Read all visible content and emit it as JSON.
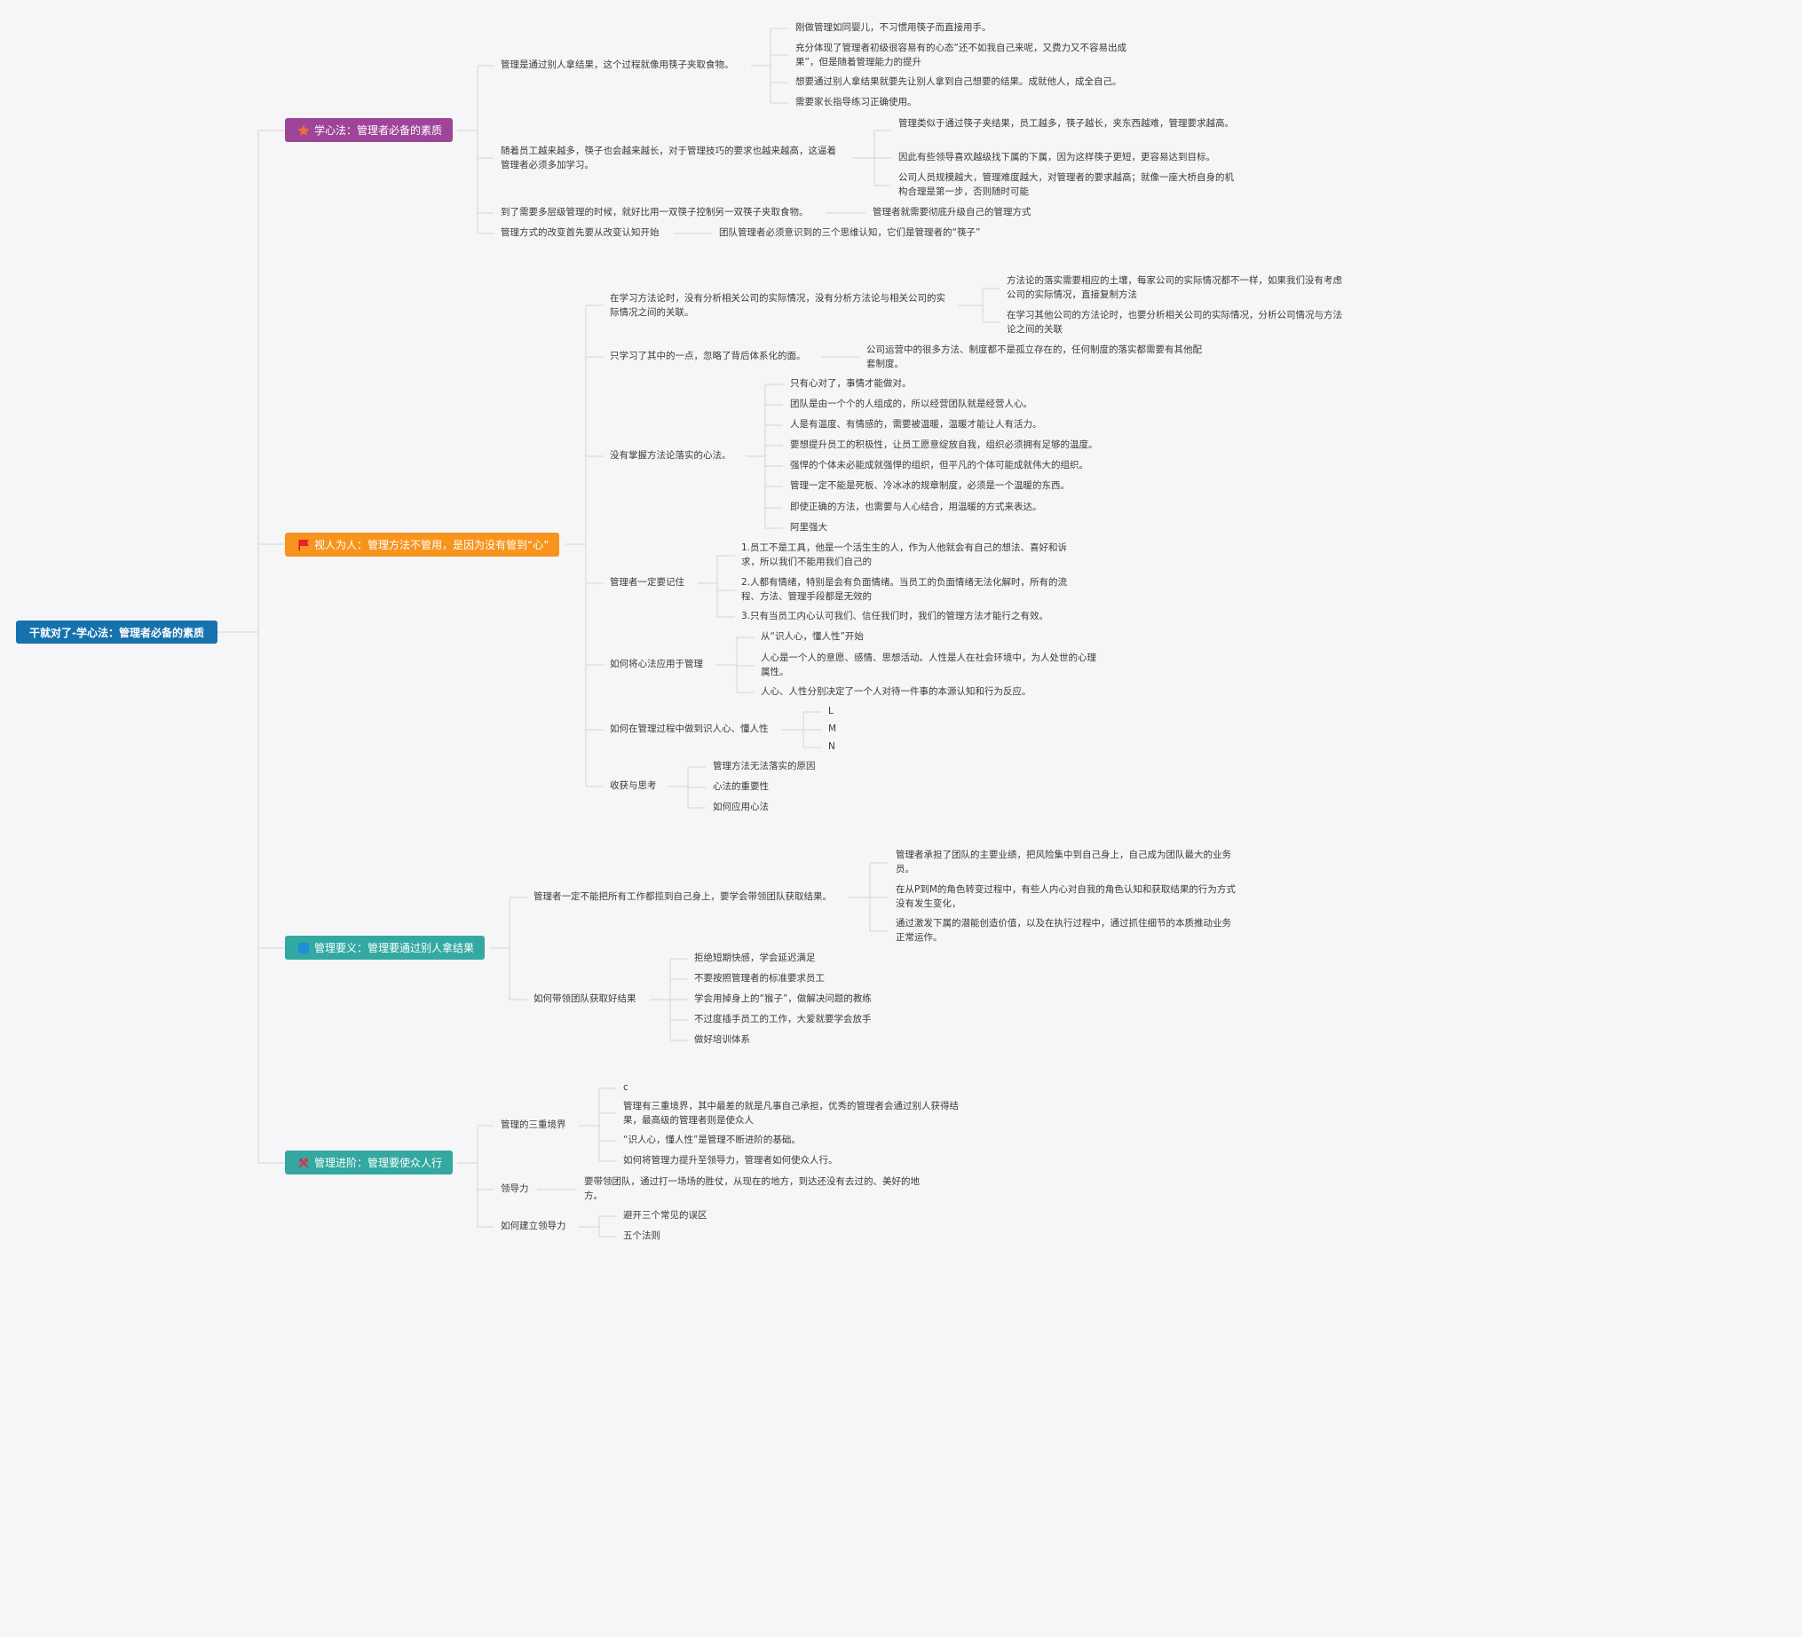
{
  "root": {
    "label": "干就对了-学心法：管理者必备的素质"
  },
  "branches": [
    {
      "label": "学心法：管理者必备的素质",
      "color": "#9f4599",
      "icon": "star-icon",
      "children": [
        {
          "label": "管理是通过别人拿结果，这个过程就像用筷子夹取食物。",
          "children": [
            "刚做管理如同婴儿，不习惯用筷子而直接用手。",
            "充分体现了管理者初级很容易有的心态“还不如我自己来呢，又费力又不容易出成果”，但是随着管理能力的提升",
            "想要通过别人拿结果就要先让别人拿到自己想要的结果。成就他人，成全自己。",
            "需要家长指导练习正确使用。"
          ]
        },
        {
          "label": "随着员工越来越多，筷子也会越来越长，对于管理技巧的要求也越来越高，这逼着管理者必须多加学习。",
          "children": [
            "管理类似于通过筷子夹结果，员工越多，筷子越长，夹东西越难，管理要求越高。",
            "因此有些领导喜欢越级找下属的下属，因为这样筷子更短，更容易达到目标。",
            "公司人员规模越大，管理难度越大，对管理者的要求越高；就像一座大桥自身的机构合理是第一步，否则随时可能"
          ]
        },
        {
          "label": "到了需要多层级管理的时候，就好比用一双筷子控制另一双筷子夹取食物。",
          "children": [
            "管理者就需要彻底升级自己的管理方式"
          ]
        },
        {
          "label": "管理方式的改变首先要从改变认知开始",
          "children": [
            "团队管理者必须意识到的三个思维认知，它们是管理者的“筷子”"
          ]
        }
      ]
    },
    {
      "label": "视人为人：管理方法不管用，是因为没有管到“心”",
      "color": "#f7941d",
      "icon": "flag-icon",
      "children": [
        {
          "label": "在学习方法论时，没有分析相关公司的实际情况，没有分析方法论与相关公司的实际情况之间的关联。",
          "children": [
            "方法论的落实需要相应的土壤，每家公司的实际情况都不一样，如果我们没有考虑公司的实际情况，直接复制方法",
            "在学习其他公司的方法论时，也要分析相关公司的实际情况，分析公司情况与方法论之间的关联"
          ]
        },
        {
          "label": "只学习了其中的一点，忽略了背后体系化的面。",
          "children": [
            "公司运营中的很多方法、制度都不是孤立存在的，任何制度的落实都需要有其他配套制度。"
          ]
        },
        {
          "label": "没有掌握方法论落实的心法。",
          "children": [
            "只有心对了，事情才能做对。",
            "团队是由一个个的人组成的，所以经营团队就是经营人心。",
            "人是有温度、有情感的，需要被温暖，温暖才能让人有活力。",
            "要想提升员工的积极性，让员工愿意绽放自我，组织必须拥有足够的温度。",
            "强悍的个体未必能成就强悍的组织，但平凡的个体可能成就伟大的组织。",
            "管理一定不能是死板、冷冰冰的规章制度，必须是一个温暖的东西。",
            "即使正确的方法，也需要与人心结合，用温暖的方式来表达。",
            "阿里强大"
          ]
        },
        {
          "label": "管理者一定要记住",
          "children": [
            "1.员工不是工具，他是一个活生生的人，作为人他就会有自己的想法、喜好和诉求，所以我们不能用我们自己的",
            "2.人都有情绪，特别是会有负面情绪。当员工的负面情绪无法化解时，所有的流程、方法、管理手段都是无效的",
            "3.只有当员工内心认可我们、信任我们时，我们的管理方法才能行之有效。"
          ]
        },
        {
          "label": "如何将心法应用于管理",
          "children": [
            "从“识人心，懂人性”开始",
            "人心是一个人的意愿、感情、思想活动。人性是人在社会环境中，为人处世的心理属性。",
            "人心、人性分别决定了一个人对待一件事的本源认知和行为反应。"
          ]
        },
        {
          "label": "如何在管理过程中做到识人心、懂人性",
          "children": [
            "L",
            "M",
            "N"
          ]
        },
        {
          "label": "收获与思考",
          "children": [
            "管理方法无法落实的原因",
            "心法的重要性",
            "如何应用心法"
          ]
        }
      ]
    },
    {
      "label": "管理要义：管理要通过别人拿结果",
      "color": "#33a9a1",
      "icon": "square-icon",
      "children": [
        {
          "label": "管理者一定不能把所有工作都揽到自己身上，要学会带领团队获取结果。",
          "children": [
            "管理者承担了团队的主要业绩，把风险集中到自己身上，自己成为团队最大的业务员。",
            "在从P到M的角色转变过程中，有些人内心对自我的角色认知和获取结果的行为方式没有发生变化，",
            "通过激发下属的潜能创造价值，以及在执行过程中，通过抓住细节的本质推动业务正常运作。"
          ]
        },
        {
          "label": "如何带领团队获取好结果",
          "children": [
            "拒绝短期快感，学会延迟满足",
            "不要按照管理者的标准要求员工",
            "学会用掉身上的“猴子”，做解决问题的教练",
            "不过度插手员工的工作，大爱就要学会放手",
            "做好培训体系"
          ]
        }
      ]
    },
    {
      "label": "管理进阶：管理要使众人行",
      "color": "#33a9a1",
      "icon": "tools-icon",
      "children": [
        {
          "label": "管理的三重境界",
          "children": [
            "c",
            "管理有三重境界，其中最差的就是凡事自己承担，优秀的管理者会通过别人获得结果，最高级的管理者则是使众人",
            "“识人心，懂人性”是管理不断进阶的基础。",
            "如何将管理力提升至领导力，管理者如何使众人行。"
          ]
        },
        {
          "label": "领导力",
          "children": [
            "要带领团队，通过打一场场的胜仗，从现在的地方，到达还没有去过的、美好的地方。"
          ]
        },
        {
          "label": "如何建立领导力",
          "children": [
            "避开三个常见的误区",
            "五个法则"
          ]
        }
      ]
    }
  ]
}
